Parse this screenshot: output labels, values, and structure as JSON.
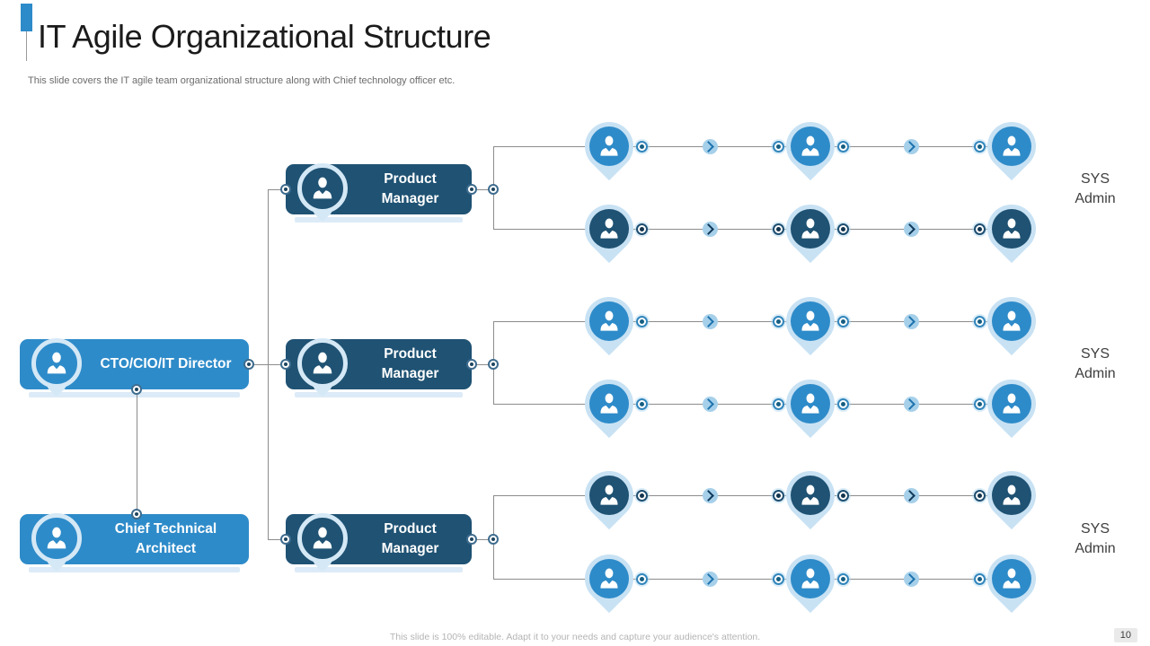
{
  "slide": {
    "title": "IT Agile Organizational Structure",
    "subtitle": "This slide covers the IT  agile team organizational structure along with Chief technology officer etc.",
    "footer": "This slide is 100% editable.  Adapt it to your needs and capture your audience's attention.",
    "page_number": "10"
  },
  "colors": {
    "accent": "#2E8BC9",
    "light": "#2E8BC9",
    "dark": "#1F5273",
    "halo": "#C8E2F4",
    "shadow": "#DCEBF7",
    "ring": "#D4E8F6",
    "line": "#8C8C8C",
    "arrow_bg": "#A6D0EA",
    "title_text": "#1B1B1B",
    "subtitle_text": "#6B6B6B",
    "footer_text": "#B4B4B4",
    "label_text": "#3E3E3E"
  },
  "icons": {
    "box_icon": "person-badge-icon",
    "pin_icon": "person-pin-icon",
    "node_icon": "connector-node-icon",
    "ring_icon": "connector-ring-icon",
    "arrow_icon": "chevron-right-icon"
  },
  "org": {
    "root": {
      "label": "CTO/CIO/IT Director",
      "variant": "light"
    },
    "secondary": {
      "label": "Chief Technical Architect",
      "variant": "light"
    },
    "managers": [
      {
        "label": "Product Manager",
        "variant": "dark"
      },
      {
        "label": "Product Manager",
        "variant": "dark"
      },
      {
        "label": "Product Manager",
        "variant": "dark"
      }
    ],
    "groups": [
      {
        "label": "SYS Admin",
        "rows": [
          {
            "variant": "light",
            "pins": 3
          },
          {
            "variant": "dark",
            "pins": 3
          }
        ]
      },
      {
        "label": "SYS Admin",
        "rows": [
          {
            "variant": "light",
            "pins": 3
          },
          {
            "variant": "light",
            "pins": 3
          }
        ]
      },
      {
        "label": "SYS Admin",
        "rows": [
          {
            "variant": "dark",
            "pins": 3
          },
          {
            "variant": "light",
            "pins": 3
          }
        ]
      }
    ]
  }
}
